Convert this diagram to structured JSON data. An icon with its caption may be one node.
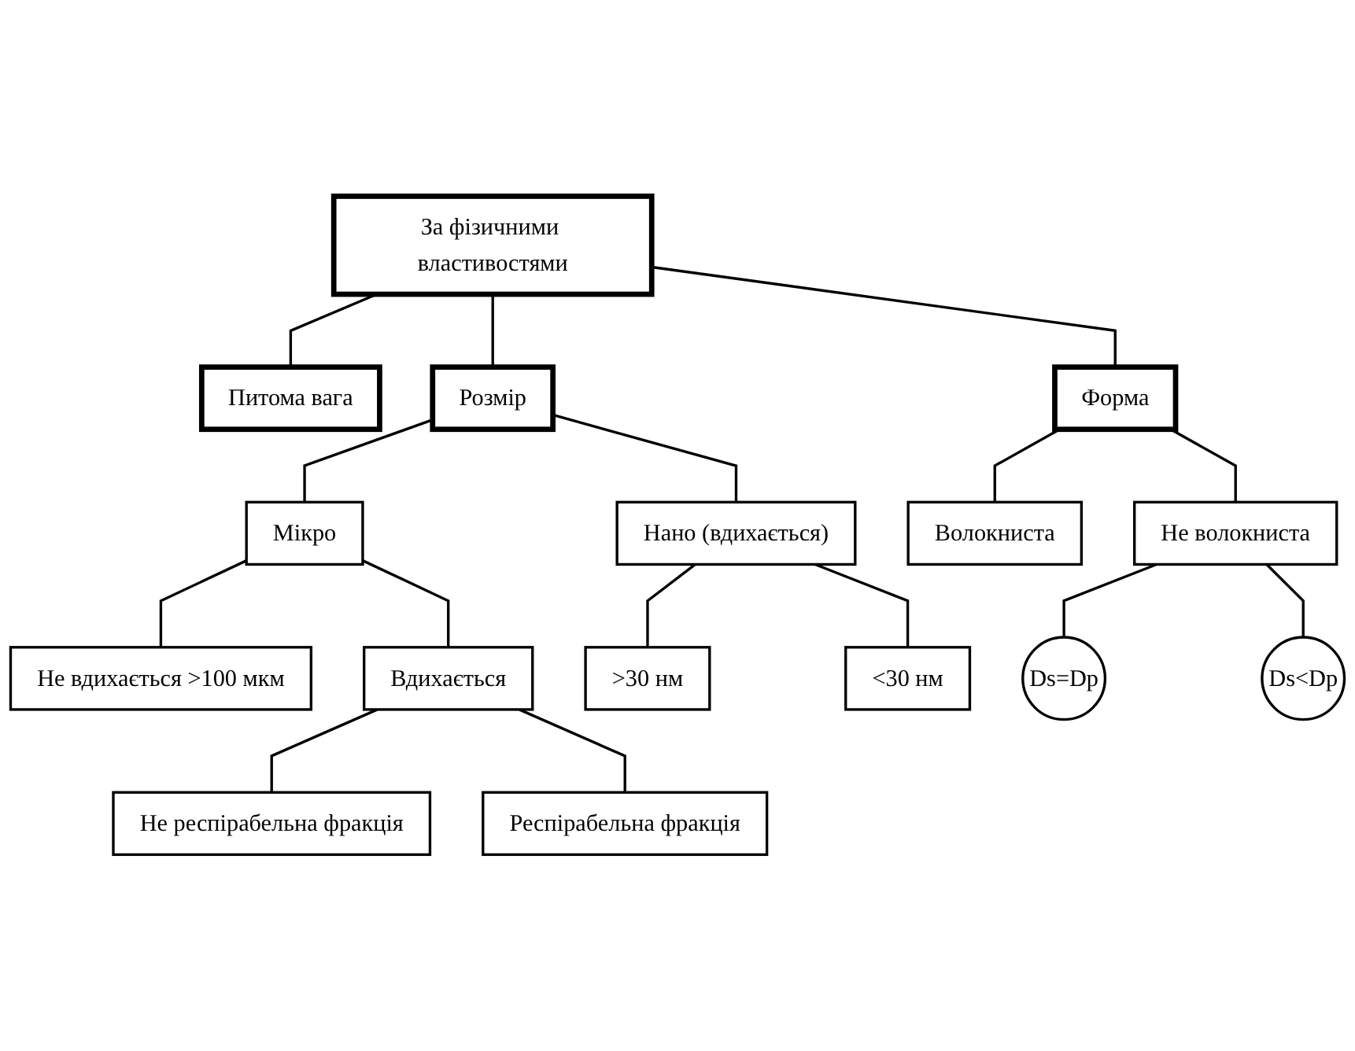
{
  "diagram": {
    "nodes": [
      {
        "text": [
          "За фізичними властивостями"
        ]
      },
      {
        "text": [
          "Питома вага"
        ]
      },
      {
        "text": [
          "Розмір"
        ]
      },
      {
        "text": [
          "Форма"
        ]
      },
      {
        "text": [
          "Мікро"
        ]
      },
      {
        "text": [
          "Нано (вдихається)"
        ]
      },
      {
        "text": [
          "Волокниста"
        ]
      },
      {
        "text": [
          "Не вдихається >100 мкм"
        ]
      },
      {
        "text": [
          "Вдихається"
        ]
      },
      {
        "text": [
          ">30 нм"
        ]
      },
      {
        "text": [
          "<30 нм"
        ]
      },
      {
        "text": [
          "Не волокниста"
        ]
      },
      {
        "text": [
          "Не респірабельна фракція"
        ]
      },
      {
        "text": [
          "Респірабельна фракція"
        ]
      },
      {
        "text": [
          "Ds=Dp"
        ]
      },
      {
        "text": [
          "Ds<Dp"
        ]
      }
    ],
    "edges": [
      {
        "from": 0,
        "to": 1,
        "arrow": "none"
      },
      {
        "from": 0,
        "to": 2,
        "arrow": "none"
      },
      {
        "from": 0,
        "to": 3,
        "arrow": "none"
      },
      {
        "from": 2,
        "to": 4,
        "arrow": "none"
      },
      {
        "from": 2,
        "to": 5,
        "arrow": "none"
      },
      {
        "from": 3,
        "to": 6,
        "arrow": "none"
      },
      {
        "from": 4,
        "to": 7,
        "arrow": "none"
      },
      {
        "from": 4,
        "to": 8,
        "arrow": "none"
      },
      {
        "from": 5,
        "to": 9,
        "arrow": "none"
      },
      {
        "from": 5,
        "to": 10,
        "arrow": "none"
      },
      {
        "from": 3,
        "to": 11,
        "arrow": "none"
      },
      {
        "from": 8,
        "to": 12,
        "arrow": "none"
      },
      {
        "from": 8,
        "to": 13,
        "arrow": "none"
      },
      {
        "from": 11,
        "to": 14,
        "arrow": "none"
      },
      {
        "from": 11,
        "to": 15,
        "arrow": "none"
      }
    ]
  }
}
